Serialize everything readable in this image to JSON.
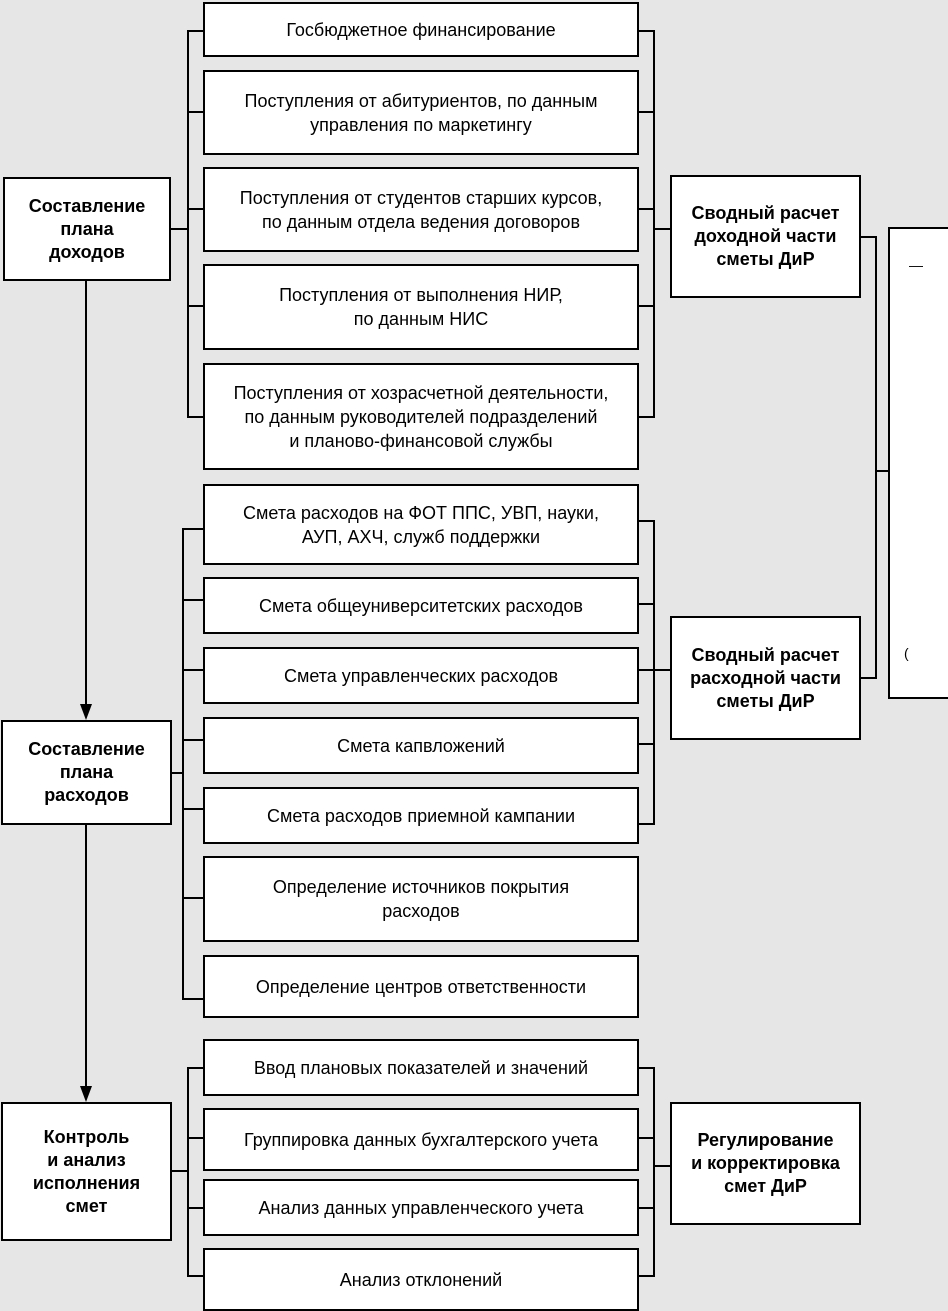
{
  "stages": {
    "income": "Составление\nплана\nдоходов",
    "expense": "Составление\nплана\nрасходов",
    "control": "Контроль\nи анализ\nисполнения\nсмет"
  },
  "income_items": [
    "Госбюджетное финансирование",
    "Поступления от абитуриентов, по данным\nуправления по маркетингу",
    "Поступления от студентов старших курсов,\nпо данным отдела ведения договоров",
    "Поступления от выполнения НИР,\nпо данным НИС",
    "Поступления от хозрасчетной деятельности,\nпо данным руководителей подразделений\nи планово-финансовой службы"
  ],
  "expense_items": [
    "Смета расходов на ФОТ ППС, УВП, науки,\nАУП, АХЧ, служб поддержки",
    "Смета общеуниверситетских расходов",
    "Смета управленческих расходов",
    "Смета капвложений",
    "Смета расходов приемной кампании",
    "Определение источников покрытия\nрасходов",
    "Определение центров ответственности"
  ],
  "control_items": [
    "Ввод плановых показателей и значений",
    "Группировка данных бухгалтерского учета",
    "Анализ данных управленческого учета",
    "Анализ отклонений"
  ],
  "summaries": {
    "income": "Сводный расчет\nдоходной части\nсметы ДиР",
    "expense": "Сводный расчет\nрасходной части\nсметы ДиР",
    "regulation": "Регулирование\nи корректировка\nсмет ДиР"
  },
  "right_box_glyphs": [
    "—",
    "("
  ]
}
